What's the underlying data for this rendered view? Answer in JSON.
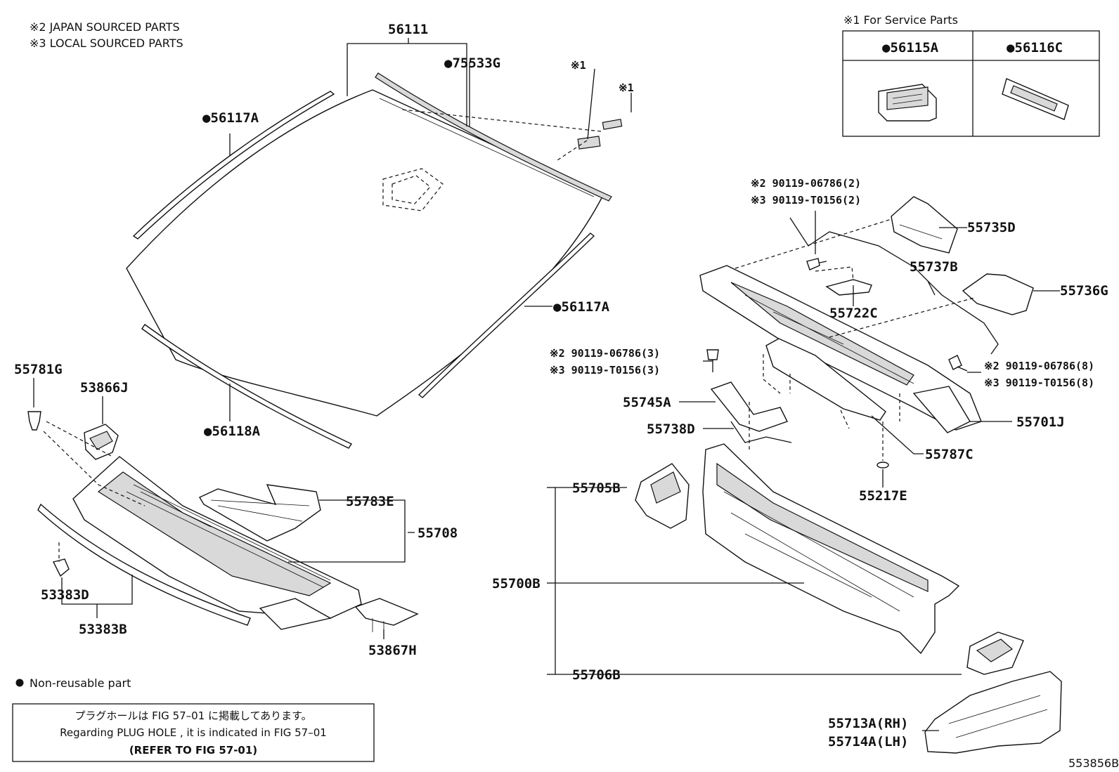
{
  "notes": {
    "japan": "※2 JAPAN SOURCED PARTS",
    "local": "※3 LOCAL SOURCED PARTS",
    "legend": "Non-reusable part",
    "illustration_id": "553856B"
  },
  "service_table": {
    "title": "※1 For Service Parts",
    "col1": "●56115A",
    "col2": "●56116C"
  },
  "notice_box": {
    "line1": "プラグホールは FIG 57–01 に掲載してあります。",
    "line2": "Regarding PLUG HOLE , it is indicated in FIG 57–01",
    "line3": "(REFER TO FIG 57-01)"
  },
  "callouts": {
    "p56111": "56111",
    "p75533G": "●75533G",
    "p56117A_l": "●56117A",
    "p56117A_r": "●56117A",
    "p56118A": "●56118A",
    "ref1a": "※1",
    "ref1b": "※1",
    "p55781G": "55781G",
    "p53866J": "53866J",
    "p55783E": "55783E",
    "p55708": "55708",
    "p53383D": "53383D",
    "p53383B": "53383B",
    "p53867H": "53867H",
    "p55735D": "55735D",
    "p55737B": "55737B",
    "p55736G": "55736G",
    "p55722C": "55722C",
    "bolt2_a": "※2 90119-06786(2)",
    "bolt3_a": "※3 90119-T0156(2)",
    "bolt2_b": "※2 90119-06786(3)",
    "bolt3_b": "※3 90119-T0156(3)",
    "bolt2_c": "※2 90119-06786(8)",
    "bolt3_c": "※3 90119-T0156(8)",
    "p55745A": "55745A",
    "p55738D": "55738D",
    "p55701J": "55701J",
    "p55787C": "55787C",
    "p55217E": "55217E",
    "p55705B": "55705B",
    "p55700B": "55700B",
    "p55706B": "55706B",
    "p55713A": "55713A(RH)",
    "p55714A": "55714A(LH)"
  }
}
